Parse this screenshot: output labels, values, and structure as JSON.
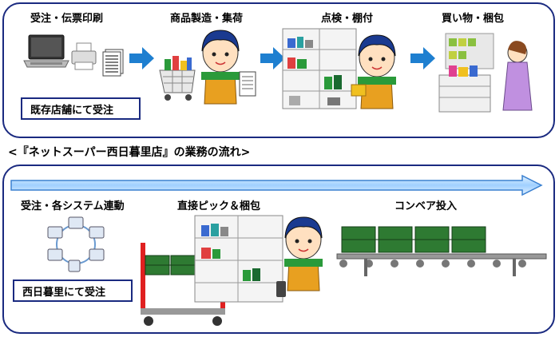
{
  "top_flow": {
    "steps": [
      {
        "label": "受注・伝票印刷"
      },
      {
        "label": "商品製造・集荷"
      },
      {
        "label": "点検・棚付"
      },
      {
        "label": "買い物・梱包"
      }
    ],
    "box_label": "既存店舗にて受注"
  },
  "section_title": "<『ネットスーパー西日暮里店』の業務の流れ>",
  "bottom_flow": {
    "steps": [
      {
        "label": "受注・各システム連動"
      },
      {
        "label": "直接ピック＆梱包"
      },
      {
        "label": "コンベア投入"
      }
    ],
    "box_label": "西日暮里にて受注"
  },
  "colors": {
    "panel_border": "#1a2a80",
    "arrow_blue": "#1e7fd0",
    "crate_green": "#2e7a32",
    "cart_red": "#e02020"
  }
}
